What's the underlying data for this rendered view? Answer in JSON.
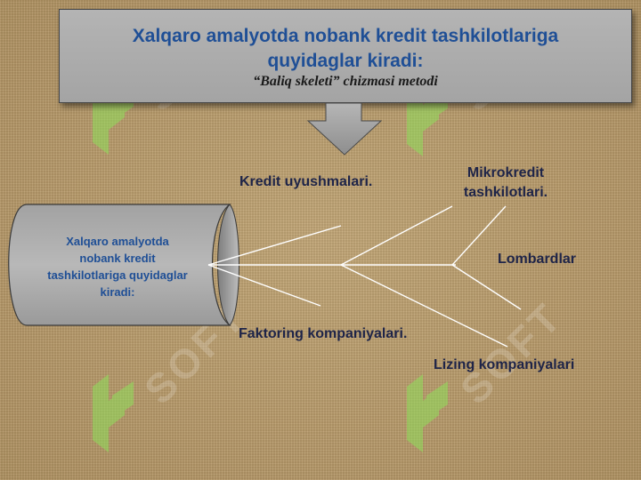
{
  "title": {
    "main": "Xalqaro amalyotda nobank kredit tashkilotlariga quyidaglar kiradi:",
    "subtitle": "“Baliq skeleti” chizmasi metodi"
  },
  "head": {
    "text": "Xalqaro amalyotda nobank kredit tashkilotlariga quyidaglar kiradi:"
  },
  "branches": [
    {
      "label": "Kredit uyushmalari."
    },
    {
      "label": "Mikrokredit tashkilotlari."
    },
    {
      "label": "Lombardlar"
    },
    {
      "label": "Faktoring kompaniyalari."
    },
    {
      "label": "Lizing kompaniyalari"
    }
  ],
  "watermark": {
    "text": "SOFT",
    "icon": "soft-logo-icon"
  },
  "colors": {
    "title_text": "#1f4f96",
    "label_text": "#1e2448",
    "line": "#ffffff",
    "box_fill": "#aaaaaa"
  }
}
